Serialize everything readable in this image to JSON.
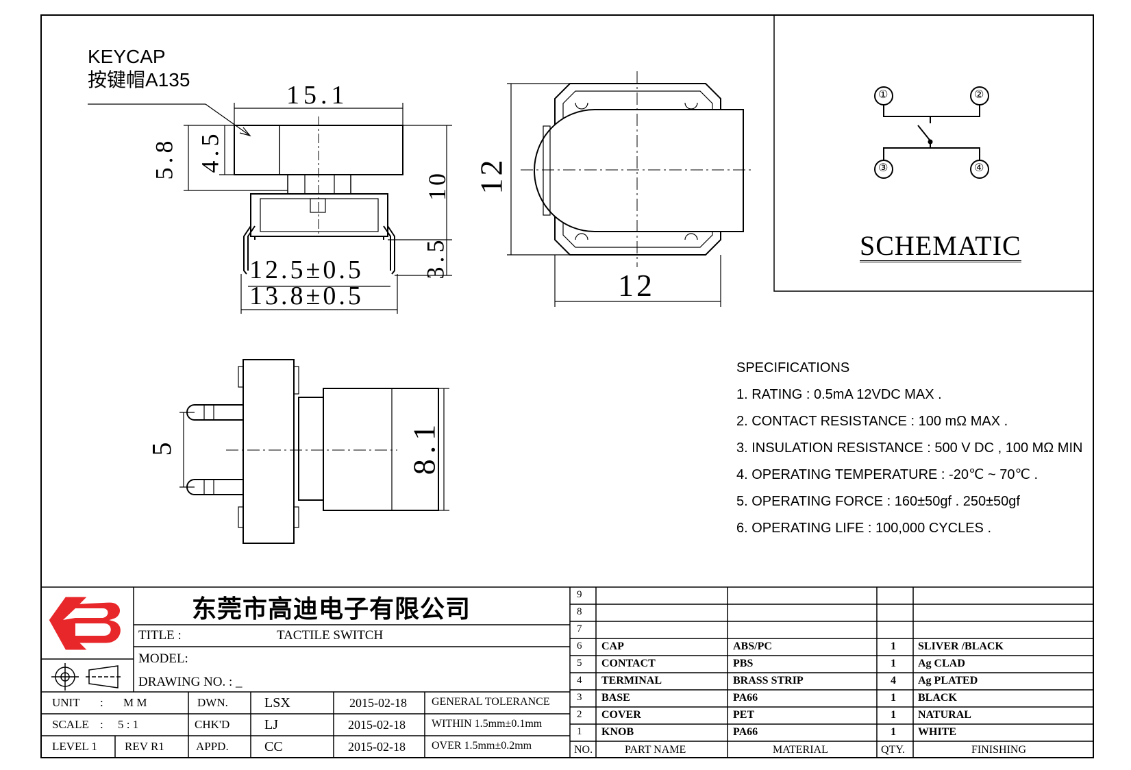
{
  "drawing": {
    "keycap_label": "KEYCAP",
    "keycap_cn": "按键帽A135",
    "dims": {
      "d15_1": "15.1",
      "d5_8": "5.8",
      "d4_5": "4.5",
      "d10": "10",
      "d3_5": "3.5",
      "d12_5": "12.5±0.5",
      "d13_8": "13.8±0.5",
      "d12_side": "12",
      "d12_bottom": "12",
      "d5": "5",
      "d8_1": "8.1"
    },
    "schematic_title": "SCHEMATIC",
    "pins": [
      "①",
      "②",
      "③",
      "④"
    ]
  },
  "specifications": {
    "heading": "SPECIFICATIONS",
    "items": [
      "1. RATING : 0.5mA 12VDC MAX .",
      "2. CONTACT RESISTANCE : 100 mΩ MAX .",
      "3. INSULATION RESISTANCE : 500 V DC , 100 MΩ MIN",
      "4. OPERATING TEMPERATURE : -20℃ ~ 70℃ .",
      "5. OPERATING FORCE : 160±50gf . 250±50gf",
      "6. OPERATING LIFE : 100,000 CYCLES ."
    ]
  },
  "title_block": {
    "company": "东莞市高迪电子有限公司",
    "title_label": "TITLE :",
    "title_value": "TACTILE SWITCH",
    "model_label": "MODEL:",
    "drawing_no_label": "DRAWING NO. : _",
    "rows": [
      {
        "k1": "UNIT",
        "sep": ":",
        "v1": "M M",
        "role": "DWN.",
        "name": "LSX",
        "date": "2015-02-18",
        "note": "GENERAL TOLERANCE"
      },
      {
        "k1": "SCALE",
        "sep": ":",
        "v1": "5 : 1",
        "role": "CHK'D",
        "name": "LJ",
        "date": "2015-02-18",
        "note": "WITHIN 1.5mm±0.1mm"
      },
      {
        "k1": "LEVEL 1",
        "sep": "",
        "v1": "REV R1",
        "role": "APPD.",
        "name": "CC",
        "date": "2015-02-18",
        "note": "OVER 1.5mm±0.2mm"
      }
    ]
  },
  "bom": {
    "header": {
      "no": "NO.",
      "part": "PART NAME",
      "material": "MATERIAL",
      "qty": "QTY.",
      "finishing": "FINISHING"
    },
    "rows": [
      {
        "no": "9",
        "part": "",
        "material": "",
        "qty": "",
        "finishing": ""
      },
      {
        "no": "8",
        "part": "",
        "material": "",
        "qty": "",
        "finishing": ""
      },
      {
        "no": "7",
        "part": "",
        "material": "",
        "qty": "",
        "finishing": ""
      },
      {
        "no": "6",
        "part": "CAP",
        "material": "ABS/PC",
        "qty": "1",
        "finishing": "SLIVER /BLACK"
      },
      {
        "no": "5",
        "part": "CONTACT",
        "material": "PBS",
        "qty": "1",
        "finishing": "Ag CLAD"
      },
      {
        "no": "4",
        "part": "TERMINAL",
        "material": "BRASS STRIP",
        "qty": "4",
        "finishing": "Ag PLATED"
      },
      {
        "no": "3",
        "part": "BASE",
        "material": "PA66",
        "qty": "1",
        "finishing": "BLACK"
      },
      {
        "no": "2",
        "part": "COVER",
        "material": "PET",
        "qty": "1",
        "finishing": "NATURAL"
      },
      {
        "no": "1",
        "part": "KNOB",
        "material": "PA66",
        "qty": "1",
        "finishing": "WHITE"
      }
    ]
  }
}
